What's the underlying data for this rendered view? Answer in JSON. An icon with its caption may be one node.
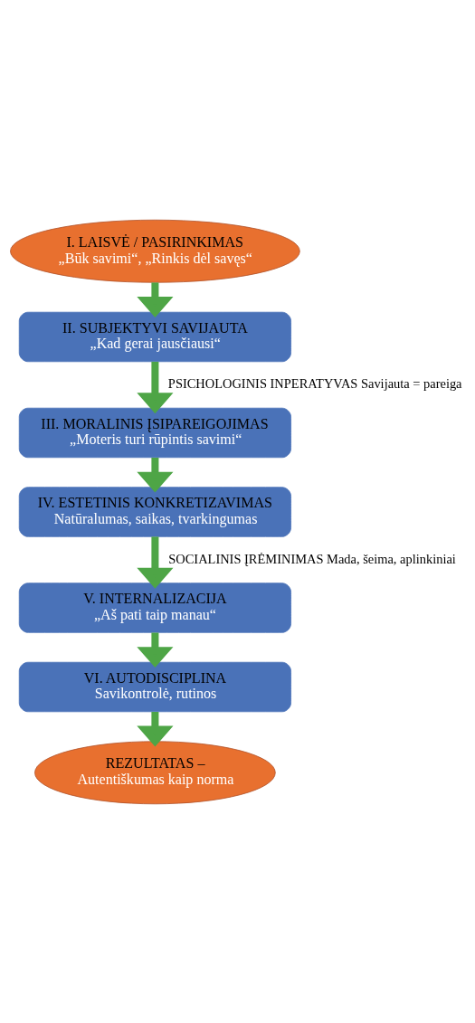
{
  "diagram": {
    "nodes": [
      {
        "text": [
          "I. LAISVĖ / PASIRINKIMAS",
          "„Būk savimi“, „Rinkis dėl savęs“"
        ]
      },
      {
        "text": [
          "II. SUBJEKTYVI SAVIJAUTA",
          "„Kad gerai jausčiausi“"
        ]
      },
      {
        "text": [
          "III. MORALINIS ĮSIPAREIGOJIMAS",
          "„Moteris turi rūpintis savimi“"
        ]
      },
      {
        "text": [
          "IV. ESTETINIS KONKRETIZAVIMAS",
          "Natūralumas, saikas, tvarkingumas"
        ]
      },
      {
        "text": [
          "V. INTERNALIZACIJA",
          "„Aš pati taip manau“"
        ]
      },
      {
        "text": [
          "VI. AUTODISCIPLINA",
          "Savikontrolė, rutinos"
        ]
      },
      {
        "text": [
          "REZULTATAS –",
          "Autentiškumas kaip norma"
        ]
      }
    ],
    "edges": [
      {
        "from": 0,
        "to": 1,
        "arrow": "to"
      },
      {
        "from": 1,
        "to": 2,
        "arrow": "to",
        "label": "PSICHOLOGINIS INPERATYVAS Savijauta = pareiga"
      },
      {
        "from": 2,
        "to": 3,
        "arrow": "to"
      },
      {
        "from": 3,
        "to": 4,
        "arrow": "to",
        "label": "SOCIALINIS ĮRĖMINIMAS Mada, šeima, aplinkiniai"
      },
      {
        "from": 4,
        "to": 5,
        "arrow": "to"
      },
      {
        "from": 5,
        "to": 6,
        "arrow": "to"
      }
    ]
  }
}
